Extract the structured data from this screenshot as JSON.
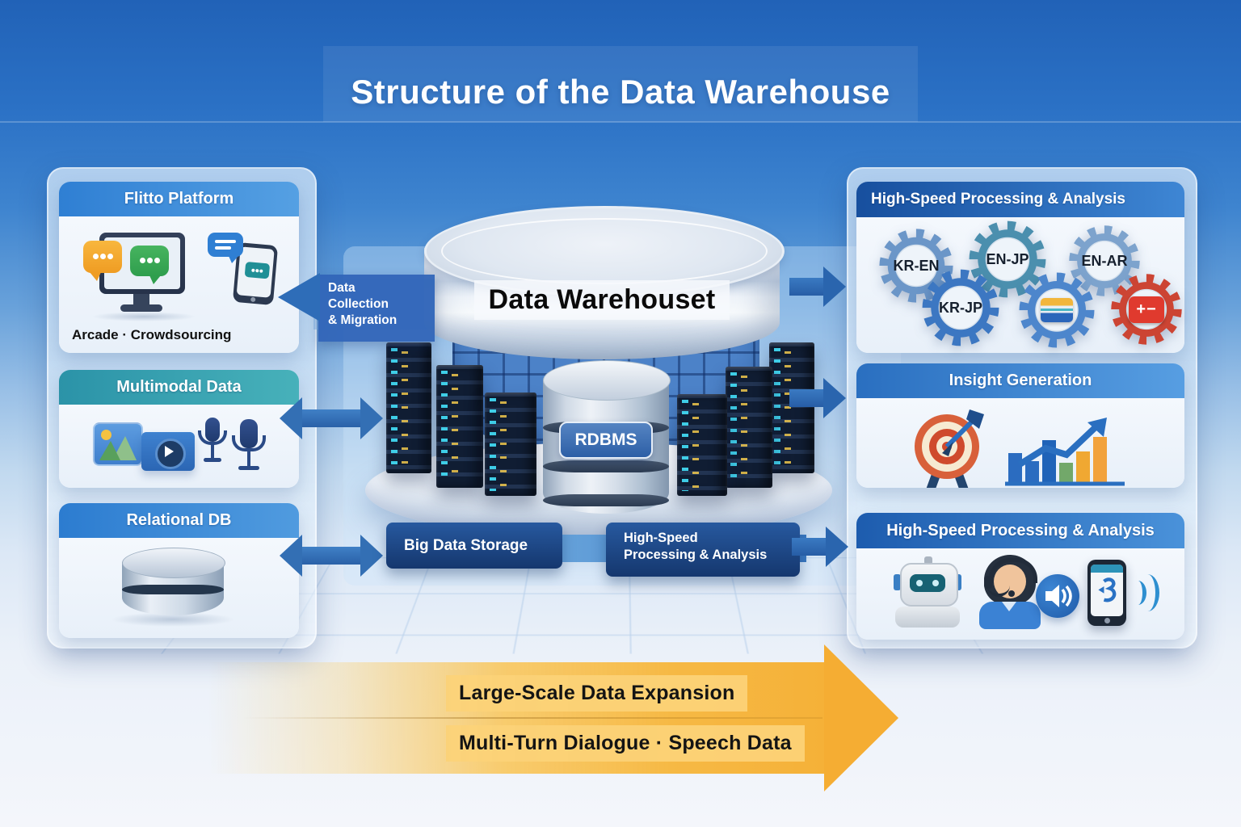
{
  "title": "Structure of the Data Warehouse",
  "left_column": {
    "panels": [
      {
        "header": "Flitto Platform",
        "caption": "Arcade · Crowdsourcing",
        "icons": [
          "monitor-chat-icon",
          "smartphone-chat-icon"
        ]
      },
      {
        "header": "Multimodal Data",
        "icons": [
          "image-icon",
          "video-icon",
          "microphone-icon",
          "microphone-icon"
        ]
      },
      {
        "header": "Relational DB",
        "icons": [
          "database-icon"
        ]
      }
    ]
  },
  "center": {
    "warehouse_label": "Data Warehouset",
    "rdbms_label": "RDBMS",
    "flow_labels": {
      "collection": "Data\nCollection\n& Migration",
      "storage": "Big Data Storage",
      "processing": "High-Speed\nProcessing & Analysis"
    },
    "icons": [
      "server-rack-icon",
      "database-cylinder-icon",
      "warehouse-cylinder-icon"
    ]
  },
  "right_column": {
    "panels": [
      {
        "header": "High-Speed Processing & Analysis",
        "gears": [
          {
            "label": "KR-EN"
          },
          {
            "label": "EN-JP"
          },
          {
            "label": "EN-AR"
          },
          {
            "label": "KR-JP"
          },
          {
            "label": "",
            "icon": "flag-stripes-icon"
          },
          {
            "label": "+−",
            "icon": "plus-minus-icon"
          }
        ]
      },
      {
        "header": "Insight Generation",
        "icons": [
          "target-arrow-icon",
          "growth-chart-icon"
        ]
      },
      {
        "header": "High-Speed Processing & Analysis",
        "icons": [
          "robot-icon",
          "support-agent-icon",
          "speaker-icon",
          "phone-speech-icon"
        ]
      }
    ]
  },
  "bottom_arrow": {
    "line1": "Large-Scale Data Expansion",
    "line2": "Multi-Turn Dialogue · Speech Data"
  },
  "colors": {
    "background_top": "#2263b8",
    "arrow_blue": "#2e6db8",
    "dark_label_box": "#1d4e94",
    "teal_header": "#2b93a8",
    "blue_header": "#2f7fd3",
    "right_header": "#174f9e",
    "gear_red": "#cc4433",
    "bottom_arrow_yellow": "#f6b945"
  }
}
